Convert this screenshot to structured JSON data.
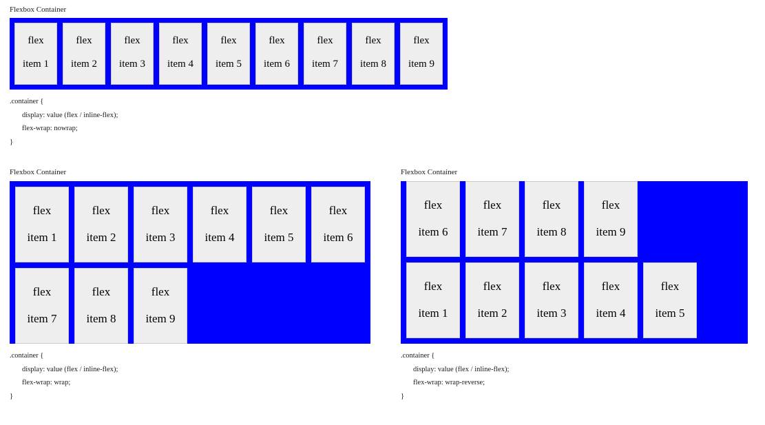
{
  "colors": {
    "container_blue": "#0000FF",
    "item_background": "#eeeeee",
    "item_border": "#c9c9c9",
    "text": "#000000",
    "page_background": "#ffffff"
  },
  "sections": [
    {
      "id": "nowrap",
      "title": "Flexbox Container",
      "flex_wrap": "nowrap",
      "rows": [
        [
          "item 1",
          "item 2",
          "item 3",
          "item 4",
          "item 5",
          "item 6",
          "item 7",
          "item 8",
          "item 9"
        ]
      ],
      "items": [
        {
          "top": "flex",
          "bottom": "item 1"
        },
        {
          "top": "flex",
          "bottom": "item 2"
        },
        {
          "top": "flex",
          "bottom": "item 3"
        },
        {
          "top": "flex",
          "bottom": "item 4"
        },
        {
          "top": "flex",
          "bottom": "item 5"
        },
        {
          "top": "flex",
          "bottom": "item 6"
        },
        {
          "top": "flex",
          "bottom": "item 7"
        },
        {
          "top": "flex",
          "bottom": "item 8"
        },
        {
          "top": "flex",
          "bottom": "item 9"
        }
      ],
      "code": [
        ".container {",
        "display: value (flex / inline-flex);",
        "flex-wrap: nowrap;",
        "}"
      ]
    },
    {
      "id": "wrap",
      "title": "Flexbox Container",
      "flex_wrap": "wrap",
      "items": [
        {
          "top": "flex",
          "bottom": "item 1"
        },
        {
          "top": "flex",
          "bottom": "item 2"
        },
        {
          "top": "flex",
          "bottom": "item 3"
        },
        {
          "top": "flex",
          "bottom": "item 4"
        },
        {
          "top": "flex",
          "bottom": "item 5"
        },
        {
          "top": "flex",
          "bottom": "item 6"
        },
        {
          "top": "flex",
          "bottom": "item 7"
        },
        {
          "top": "flex",
          "bottom": "item 8"
        },
        {
          "top": "flex",
          "bottom": "item 9"
        }
      ],
      "code": [
        ".container {",
        "display: value (flex / inline-flex);",
        "flex-wrap: wrap;",
        "}"
      ]
    },
    {
      "id": "wrap-reverse",
      "title": "Flexbox Container",
      "flex_wrap": "wrap-reverse",
      "items": [
        {
          "top": "flex",
          "bottom": "item 1"
        },
        {
          "top": "flex",
          "bottom": "item 2"
        },
        {
          "top": "flex",
          "bottom": "item 3"
        },
        {
          "top": "flex",
          "bottom": "item 4"
        },
        {
          "top": "flex",
          "bottom": "item 5"
        },
        {
          "top": "flex",
          "bottom": "item 6"
        },
        {
          "top": "flex",
          "bottom": "item 7"
        },
        {
          "top": "flex",
          "bottom": "item 8"
        },
        {
          "top": "flex",
          "bottom": "item 9"
        }
      ],
      "code": [
        ".container {",
        "display: value (flex / inline-flex);",
        "flex-wrap: wrap-reverse;",
        "}"
      ]
    }
  ]
}
